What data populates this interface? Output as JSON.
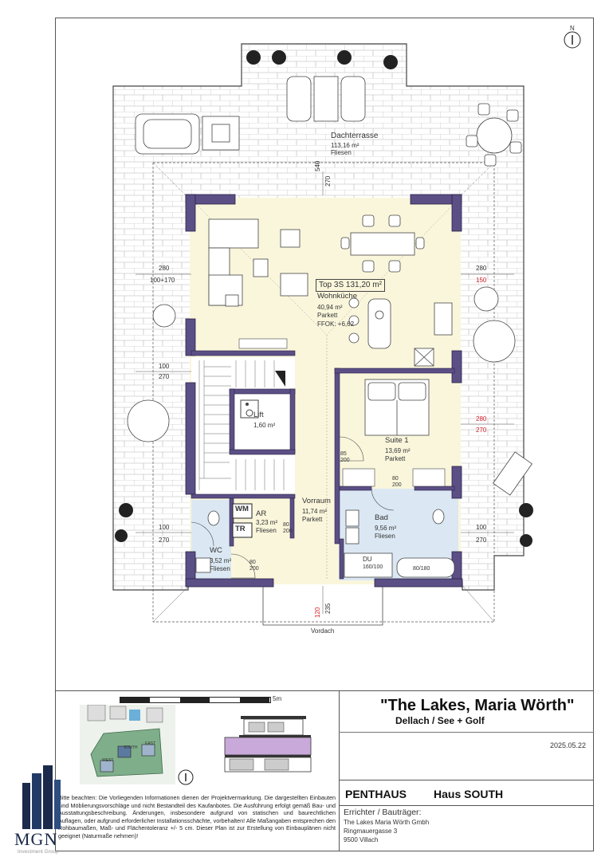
{
  "north": {
    "label": "N"
  },
  "terrace": {
    "name": "Dachterrasse",
    "area": "113,16 m²",
    "floor": "Fliesen"
  },
  "unit": {
    "label": "Top 3S  131,20 m²"
  },
  "rooms": {
    "wohnkueche": {
      "name": "Wohnküche",
      "area": "40,94 m²",
      "floor": "Parkett",
      "ffok": "FFOK: +6,62"
    },
    "lift": {
      "name": "Lift",
      "area": "1,60 m²"
    },
    "suite": {
      "name": "Suite 1",
      "area": "13,69 m²",
      "floor": "Parkett"
    },
    "vorraum": {
      "name": "Vorraum",
      "area": "11,74 m²",
      "floor": "Parkett"
    },
    "ar": {
      "name": "AR",
      "area": "3,23 m²",
      "floor": "Fliesen"
    },
    "bad": {
      "name": "Bad",
      "area": "9,56 m²",
      "floor": "Fliesen"
    },
    "wc": {
      "name": "WC",
      "area": "3,52 m²",
      "floor": "Fliesen"
    },
    "wm": "WM",
    "tr": "TR",
    "du": {
      "name": "DU",
      "size": "160/100"
    },
    "tub": "80/180"
  },
  "dims": {
    "top_540": "540",
    "top_270": "270",
    "left_280": "280",
    "left_100_170": "100+170",
    "left_100": "100",
    "left_270": "270",
    "left_bot_100": "100",
    "left_bot_270": "270",
    "right_280": "280",
    "right_150": "150",
    "right_280b": "280",
    "right_270": "270",
    "right_bot_100": "100",
    "right_bot_270": "270",
    "bottom_120": "120",
    "bottom_235": "235",
    "door_85_200": [
      "85",
      "200"
    ],
    "door_80_200_bad": [
      "80",
      "200"
    ],
    "door_80_200_ar": [
      "80",
      "200"
    ],
    "door_80_200_wc": [
      "80",
      "200"
    ]
  },
  "vordach": "Vordach",
  "scale_label": "5m",
  "project": {
    "title": "\"The Lakes, Maria Wörth\"",
    "subtitle": "Dellach  /  See + Golf",
    "date": "2025.05.22",
    "type": "PENTHAUS",
    "house": "Haus SOUTH"
  },
  "builder": {
    "heading": "Errichter / Bauträger:",
    "line1": "The Lakes Maria Wörth Gmbh",
    "line2": "Ringmauergasse 3",
    "line3": "9500 Villach"
  },
  "siteplan": {
    "south": "SOUTH",
    "east": "EAST",
    "west": "WEST"
  },
  "disclaimer": "Bitte beachten: Die Vorliegenden Informationen dienen der Projektvermarktung. Die dargestellten Einbauten sind Möblierungsvorschläge und nicht Bestandteil des Kaufanbotes. Die Ausführung erfolgt gemäß Bau- und Ausstattungsbeschreibung. Änderungen, insbesondere aufgrund von statischen und baurechtlichen Auflagen, oder aufgrund erforderlicher Installationsschächte, vorbehalten! Alle Maßangaben entsprechen den Rohbaumaßen, Maß- und Flächentoleranz +/- 5 cm. Dieser Plan ist zur Erstellung von Einbauplänen nicht geeignet (Naturmaße nehmen)!",
  "logo": {
    "text": "MGN",
    "sub": "Investment Group"
  },
  "colors": {
    "wall": "#5b4f86",
    "living": "#faf6dc",
    "wet": "#dbe8f3",
    "tile_line": "#aaaaaa"
  }
}
